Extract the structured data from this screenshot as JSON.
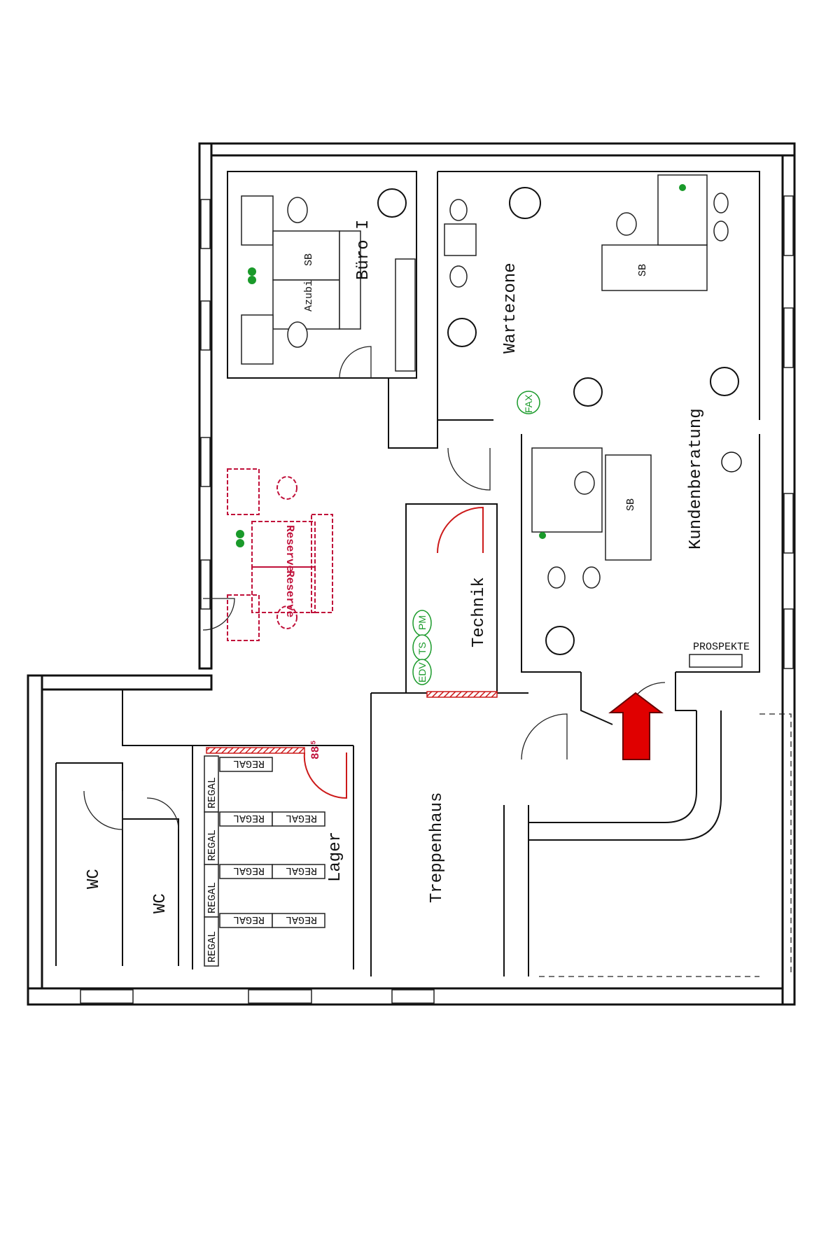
{
  "rooms": {
    "buero": "Büro I",
    "wartezone": "Wartezone",
    "kundenberatung": "Kundenberatung",
    "technik": "Technik",
    "treppenhaus": "Treppenhaus",
    "lager": "Lager",
    "wc1": "WC",
    "wc2": "WC"
  },
  "desk_labels": {
    "sb": "SB",
    "azubi": "Azubi",
    "reserve": "Reserve"
  },
  "equipment": {
    "fax": "FAX",
    "edv": "EDV",
    "ts": "TS",
    "pm": "PM",
    "prospekte": "PROSPEKTE"
  },
  "shelf_label": "REGAL",
  "door_width": "88⁵",
  "colors": {
    "walls": "#111111",
    "reserve_furniture": "#c0103a",
    "network_outlets": "#1a9a2a",
    "entrance_arrow": "#e00000"
  }
}
